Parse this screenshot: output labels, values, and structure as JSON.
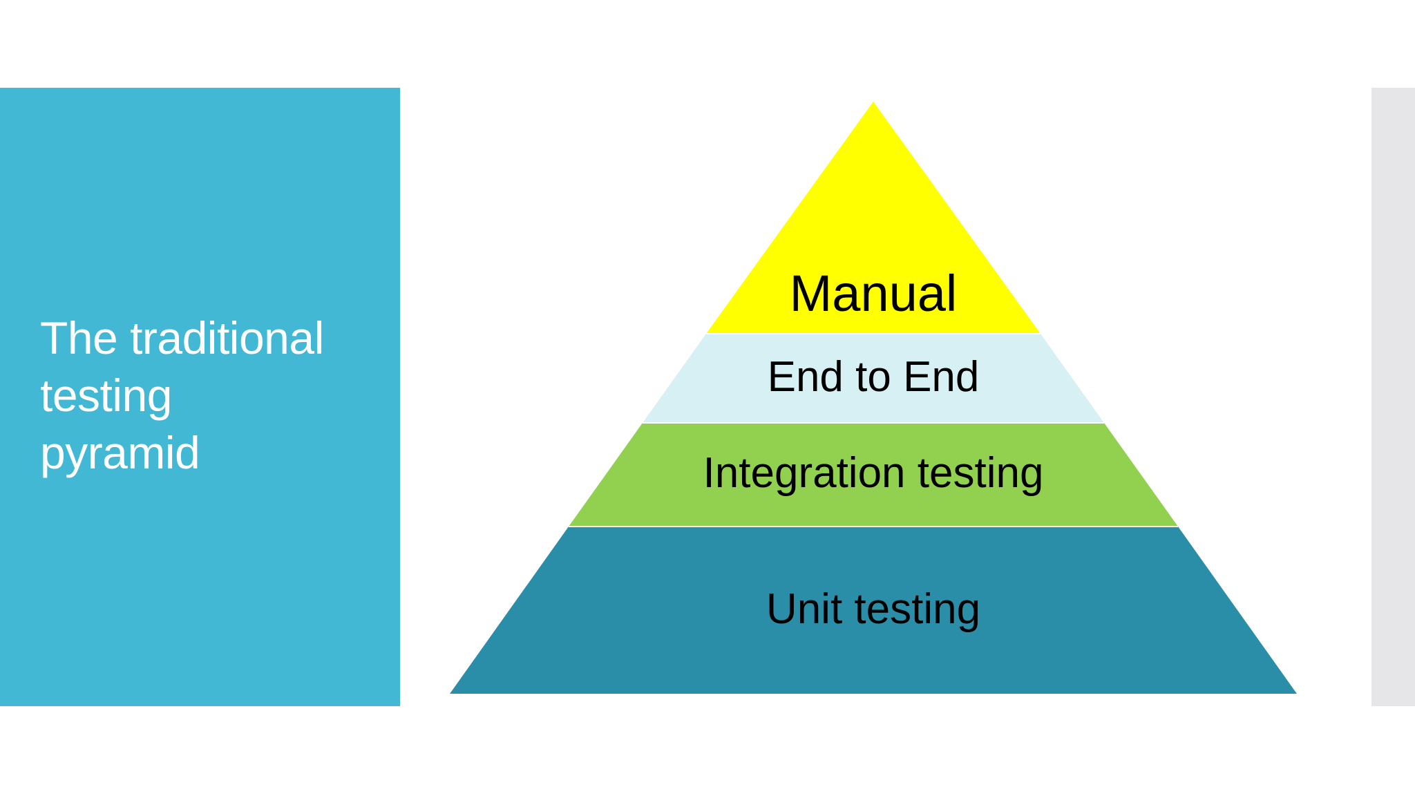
{
  "slide": {
    "title_lines": [
      "The traditional",
      "testing",
      "pyramid"
    ]
  },
  "pyramid": {
    "layers": [
      {
        "id": "manual",
        "label": "Manual",
        "color": "#ffff00"
      },
      {
        "id": "end-to-end",
        "label": "End to End",
        "color": "#d7f0f4"
      },
      {
        "id": "integration",
        "label": "Integration testing",
        "color": "#92d050"
      },
      {
        "id": "unit",
        "label": "Unit testing",
        "color": "#2a8ea8"
      }
    ]
  },
  "colors": {
    "title_panel": "#43b8d4",
    "side_strip": "#e6e6e8",
    "title_text": "#ffffff"
  }
}
